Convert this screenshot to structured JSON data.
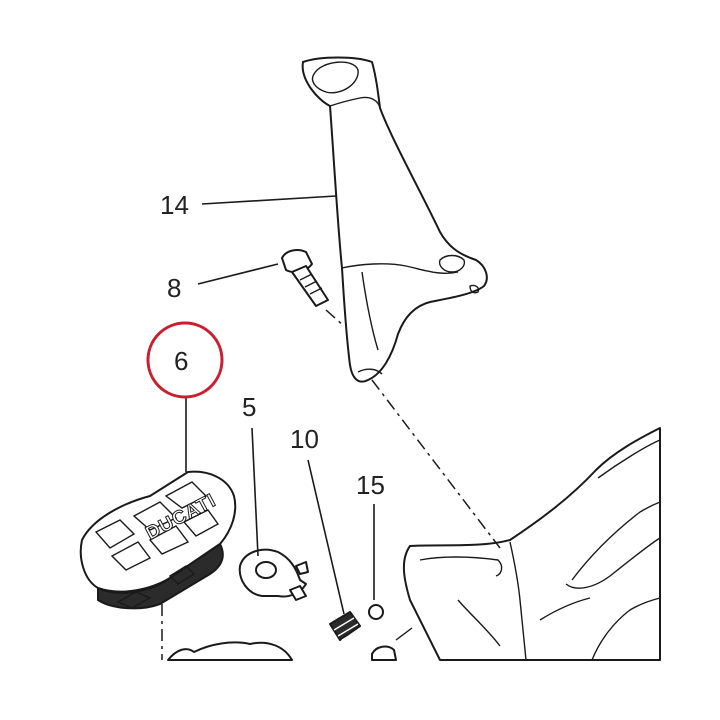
{
  "callouts": {
    "part_14": "14",
    "part_8": "8",
    "part_6": "6",
    "part_5": "5",
    "part_10": "10",
    "part_15": "15"
  },
  "highlight": {
    "target": "6",
    "color": "#c8202f"
  },
  "logo_text": "DUCATI"
}
